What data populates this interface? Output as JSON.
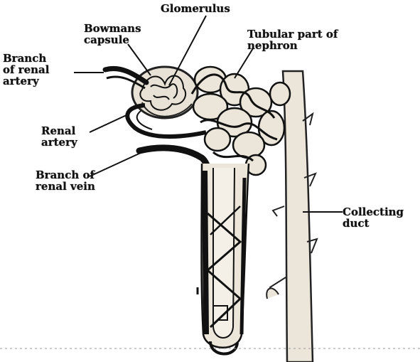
{
  "labels": {
    "glomerulus": "Glomerulus",
    "bowmans_capsule": "Bowmans\ncapsule",
    "tubular_part": "Tubular part of\nnephron",
    "branch_renal_artery": "Branch\nof renal\nartery",
    "renal_artery": "Renal\nartery",
    "branch_renal_vein": "Branch of\nrenal vein",
    "collecting_duct": "Collecting\nduct"
  }
}
